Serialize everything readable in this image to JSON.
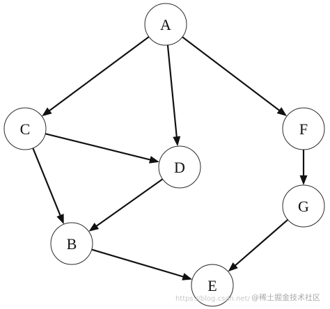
{
  "nodes": [
    {
      "id": "A",
      "label": "A"
    },
    {
      "id": "B",
      "label": "B"
    },
    {
      "id": "C",
      "label": "C"
    },
    {
      "id": "D",
      "label": "D"
    },
    {
      "id": "E",
      "label": "E"
    },
    {
      "id": "F",
      "label": "F"
    },
    {
      "id": "G",
      "label": "G"
    }
  ],
  "edges": [
    {
      "from": "A",
      "to": "C"
    },
    {
      "from": "A",
      "to": "D"
    },
    {
      "from": "A",
      "to": "F"
    },
    {
      "from": "C",
      "to": "D"
    },
    {
      "from": "C",
      "to": "B"
    },
    {
      "from": "D",
      "to": "B"
    },
    {
      "from": "F",
      "to": "G"
    },
    {
      "from": "B",
      "to": "E"
    },
    {
      "from": "G",
      "to": "E"
    }
  ],
  "watermark": {
    "faint_text": "https://blog.csdn.net/",
    "brand_text": "@稀土掘金技术社区"
  }
}
